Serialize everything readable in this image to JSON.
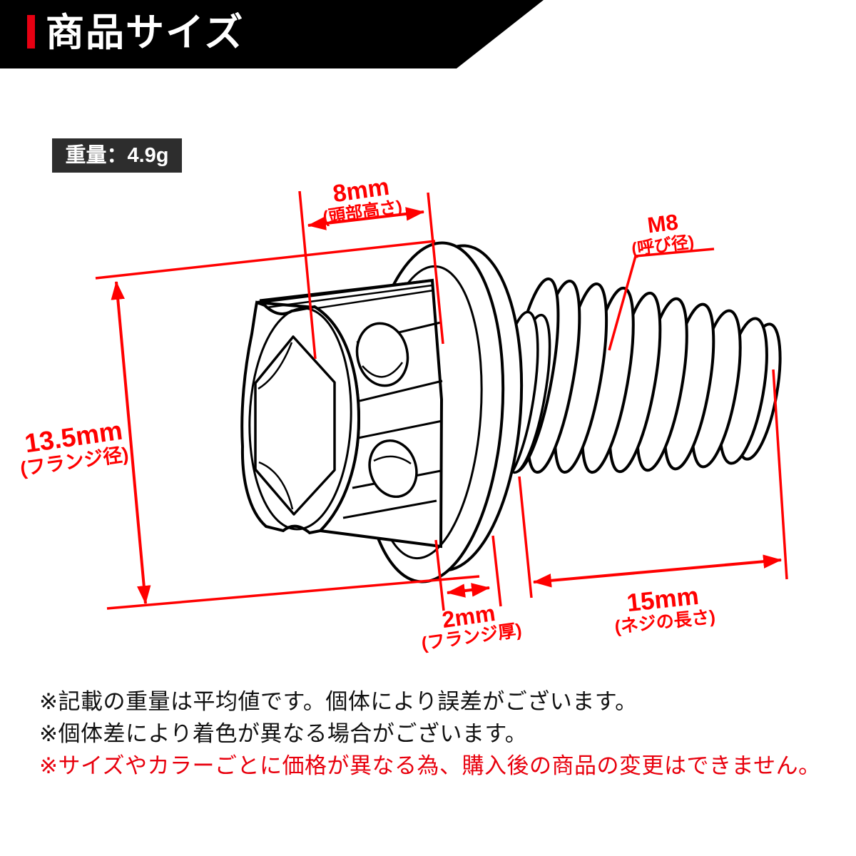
{
  "header": {
    "title": "商品サイズ"
  },
  "weight": {
    "label": "重量：4.9g"
  },
  "dimensions": {
    "head_height": {
      "value": "8mm",
      "label": "(頭部高さ)"
    },
    "nominal_diameter": {
      "value": "M8",
      "label": "(呼び径)"
    },
    "flange_diameter": {
      "value": "13.5mm",
      "label": "(フランジ径)"
    },
    "flange_thickness": {
      "value": "2mm",
      "label": "(フランジ厚)"
    },
    "thread_length": {
      "value": "15mm",
      "label": "(ネジの長さ)"
    }
  },
  "notes": [
    {
      "text": "※記載の重量は平均値です。個体により誤差がございます。",
      "color": "black"
    },
    {
      "text": "※個体差により着色が異なる場合がございます。",
      "color": "black"
    },
    {
      "text": "※サイズやカラーごとに価格が異なる為、購入後の商品の変更はできません。",
      "color": "red"
    }
  ],
  "colors": {
    "accent_red": "#e60012",
    "dimension_red": "#ff0000",
    "note_red": "#e8000d",
    "banner_black": "#000000",
    "weight_box_bg": "#2d2d2d",
    "line_black": "#000000"
  }
}
